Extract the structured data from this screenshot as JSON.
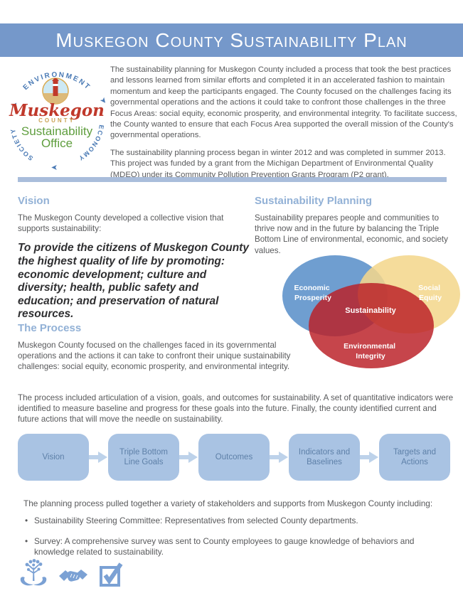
{
  "header": {
    "title": "Muskegon County Sustainability Plan",
    "bar_color": "#7598ca"
  },
  "logo": {
    "ring_top": "ENVIRONMENT",
    "ring_right": "ECONOMY",
    "ring_left": "SOCIETY",
    "county_script": "Muskegon",
    "county_caps": "COUNTY",
    "office_line1": "Sustainability",
    "office_line2": "Office"
  },
  "intro": {
    "paragraph1": "The sustainability planning for Muskegon County included a process that took the best practices and lessons learned from similar efforts and completed it in an accelerated fashion to maintain momentum and keep the participants engaged. The County focused on the challenges facing its governmental operations and the actions it could take to confront those challenges in the three Focus Areas: social equity, economic prosperity, and environmental integrity. To facilitate success, the County wanted to ensure that each Focus Area supported the overall mission of the County's governmental operations.",
    "paragraph2": "The sustainability planning process began in winter 2012 and was completed in summer 2013. This project was funded by a grant from the Michigan Department of Environmental Quality (MDEQ) under its Community Pollution Prevention Grants Program (P2 grant)."
  },
  "vision": {
    "heading": "Vision",
    "lead": "The Muskegon County developed a collective vision that supports  sustainability:",
    "statement": "To provide the citizens of Muskegon County the highest quality of life by promoting: economic development; culture and diversity; health, public safety and education; and preservation of natural resources."
  },
  "planning": {
    "heading": "Sustainability Planning",
    "body": "Sustainability prepares people and communities to thrive now and in the future by balancing the Triple Bottom Line of environmental, economic, and society values."
  },
  "venn": {
    "economic": {
      "line1": "Economic",
      "line2": "Prosperity",
      "color": "#6f9ed0"
    },
    "social": {
      "line1": "Social",
      "line2": "Equity",
      "color": "#f3d78c"
    },
    "environmental": {
      "line1": "Environmental",
      "line2": "Integrity",
      "color": "#ba1f27"
    },
    "center": "Sustainability"
  },
  "process": {
    "heading": "The Process",
    "body": "Muskegon County focused on the challenges faced in its governmental operations and the actions it can take to confront their unique sustainability challenges: social equity, economic prosperity, and environmental integrity.",
    "body2": "The process included articulation of a vision, goals, and outcomes for sustainability. A set of quantitative indicators were identified to measure baseline and progress for these goals into the future. Finally, the county identified current and future actions that will move the needle on sustainability."
  },
  "flow": {
    "box_color": "#a9c3e3",
    "text_color": "#5e80a8",
    "arrow_color": "#bdd2ea",
    "steps": [
      {
        "label": "Vision"
      },
      {
        "label": "Triple Bottom Line Goals"
      },
      {
        "label": "Outcomes"
      },
      {
        "label": "Indicators and Baselines"
      },
      {
        "label": "Targets and Actions"
      }
    ]
  },
  "stakeholders": {
    "intro": "The planning process pulled together a variety of stakeholders and supports from Muskegon County including:",
    "bullets": [
      "Sustainability Steering Committee:  Representatives from selected County departments.",
      "Survey:  A comprehensive survey was sent to County employees to gauge knowledge of behaviors and knowledge related to sustainability."
    ]
  },
  "footer_icons": [
    {
      "name": "hands-holding-tree"
    },
    {
      "name": "handshake"
    },
    {
      "name": "checkbox-checked"
    }
  ]
}
